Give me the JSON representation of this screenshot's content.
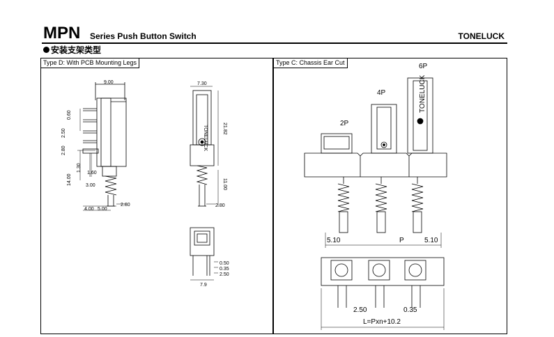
{
  "header": {
    "brand": "MPN",
    "subtitle": "Series Push Button Switch",
    "company": "TONELUCK"
  },
  "section_title": "安装支架类型",
  "left_panel": {
    "label": "Type D: With PCB Mounting Legs",
    "dims": {
      "d900": "9.00",
      "d060": "0.60",
      "d250": "2.50",
      "d280v": "2.80",
      "d130": "1.30",
      "d160": "1.60",
      "d1400": "14.00",
      "d300": "3.00",
      "d400": "4.00",
      "d500": "5.00",
      "d280a": "2.80",
      "d730": "7.30",
      "d2182": "21.82",
      "d1100": "11.00",
      "d280b": "2.80",
      "d050": "0.50",
      "d035": "0.35",
      "d250b": "2.50",
      "d79": "7.9"
    },
    "logo_text": "TONELUCK"
  },
  "right_panel": {
    "label": "Type C: Chassis Ear Cut",
    "labels": {
      "p2": "2P",
      "p4": "4P",
      "p6": "6P",
      "logo": "TONELUCK",
      "d510a": "5.10",
      "p": "P",
      "d510b": "5.10",
      "d250": "2.50",
      "d035": "0.35",
      "formula": "L=Pxn+10.2"
    }
  }
}
